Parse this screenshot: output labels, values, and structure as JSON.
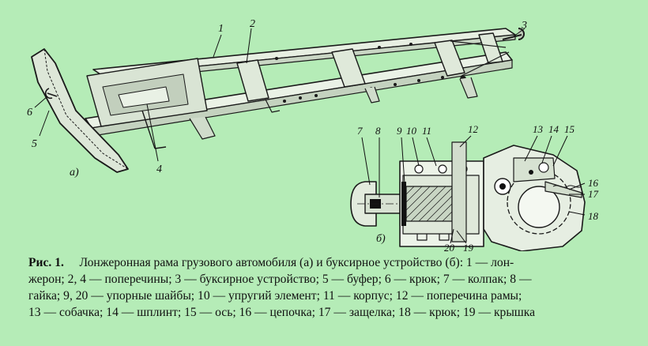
{
  "figure": {
    "labels_a": [
      "1",
      "2",
      "3",
      "4",
      "5",
      "6"
    ],
    "labels_b": [
      "7",
      "8",
      "9",
      "10",
      "11",
      "12",
      "13",
      "14",
      "15",
      "16",
      "17",
      "18",
      "19",
      "20"
    ],
    "panel_a": "а)",
    "panel_b": "б)"
  },
  "caption": {
    "label": "Рис. 1.",
    "line1": "Лонжеронная рама грузового автомобиля (а) и буксирное устройство (б): 1 — лон-",
    "line2": "жерон; 2, 4 — поперечины; 3 — буксирное устройство; 5 — буфер; 6 — крюк; 7 — колпак; 8 —",
    "line3": "гайка; 9, 20 — упорные шайбы; 10 — упругий элемент; 11 — корпус; 12 — поперечина рамы;",
    "line4": "13 — собачка; 14 — шплинт; 15 — ось; 16 — цепочка; 17 — защелка; 18 — крюк; 19 — крышка"
  }
}
